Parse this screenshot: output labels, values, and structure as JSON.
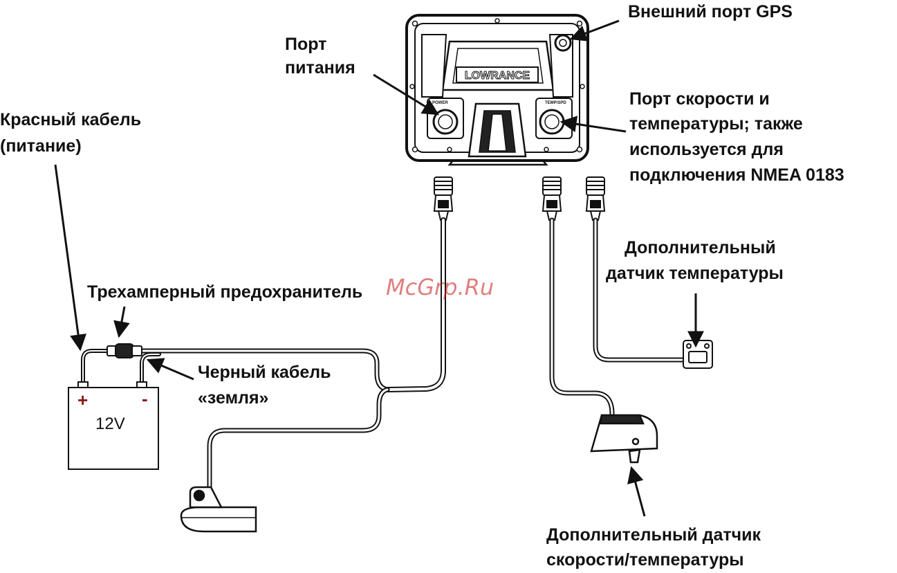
{
  "device": {
    "brand": "LOWRANCE",
    "port_power_tag": "POWER",
    "port_temp_tag": "TEMP/SPD"
  },
  "labels": {
    "gps_port": "Внешний порт GPS",
    "power_port_line1": "Порт",
    "power_port_line2": "питания",
    "speed_temp_port_line1": "Порт скорости и",
    "speed_temp_port_line2": "температуры; также",
    "speed_temp_port_line3": "используется для",
    "speed_temp_port_line4": "подключения NMEA 0183",
    "red_cable_line1": "Красный кабель",
    "red_cable_line2": "(питание)",
    "fuse": "Трехамперный предохранитель",
    "black_cable_line1": "Черный кабель",
    "black_cable_line2": "«земля»",
    "temp_sensor_line1": "Дополнительный",
    "temp_sensor_line2": "датчик температуры",
    "speed_sensor_line1": "Дополнительный датчик",
    "speed_sensor_line2": "скорости/температуры"
  },
  "battery": {
    "plus": "+",
    "minus": "-",
    "voltage": "12V"
  },
  "watermark": "McGrp.Ru",
  "colors": {
    "ink": "#111111",
    "device_fill": "#ffffff",
    "watermark": "#c81414"
  }
}
